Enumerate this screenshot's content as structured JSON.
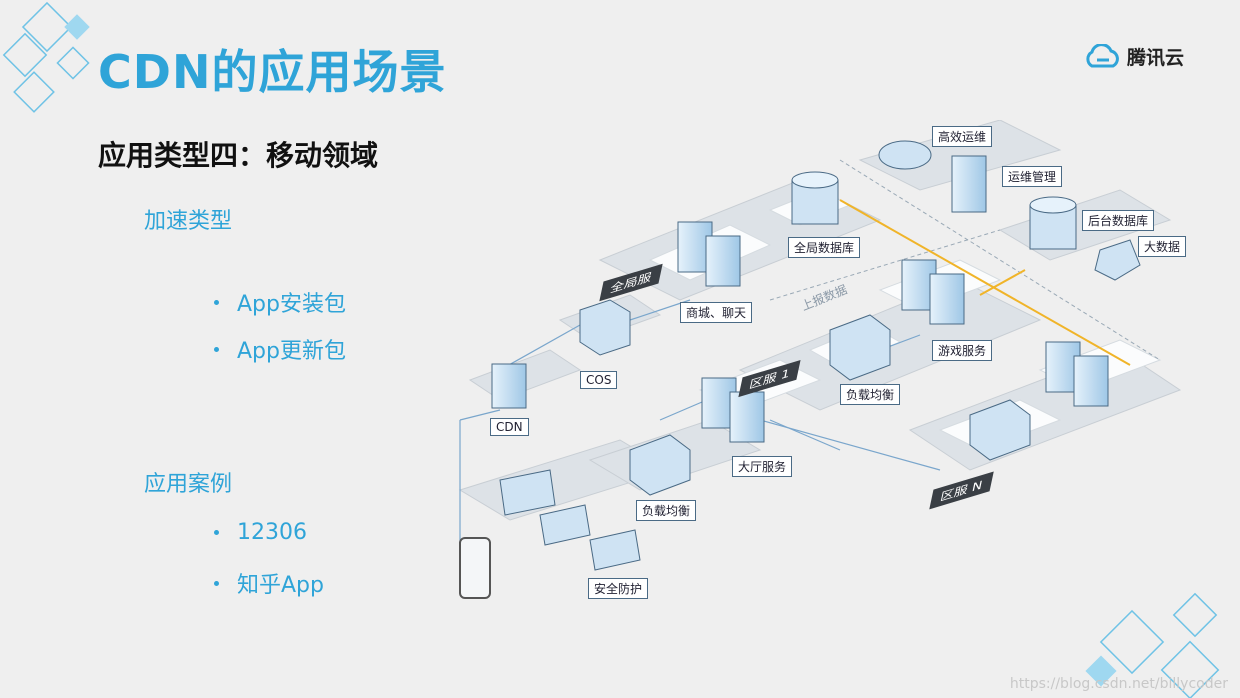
{
  "slide": {
    "title": "CDN的应用场景",
    "brand": "腾讯云",
    "subtitle": "应用类型四：移动领域",
    "sections": [
      {
        "heading": "加速类型",
        "items": [
          "App安装包",
          "App更新包"
        ]
      },
      {
        "heading": "应用案例",
        "items": [
          "12306",
          "知乎App"
        ]
      }
    ],
    "watermark": "https://blog.csdn.net/billycoder"
  },
  "diagram": {
    "labels": {
      "ops": "高效运维",
      "ops_mgmt": "运维管理",
      "backend_db": "后台数据库",
      "big_data": "大数据",
      "global_db": "全局数据库",
      "mall_chat": "商城、聊天",
      "report_data": "上报数据",
      "game_service": "游戏服务",
      "load_balance_1": "负载均衡",
      "lobby_service": "大厅服务",
      "load_balance_2": "负载均衡",
      "security": "安全防护",
      "cos": "COS",
      "cdn": "CDN"
    },
    "zones": {
      "global": "全局服",
      "zone1": "区服 1",
      "zonen": "区服 N"
    }
  },
  "colors": {
    "accent": "#2fa4d8",
    "platform": "#dfe3e8",
    "zone": "#3a3f45",
    "flow": "#f0b429"
  }
}
